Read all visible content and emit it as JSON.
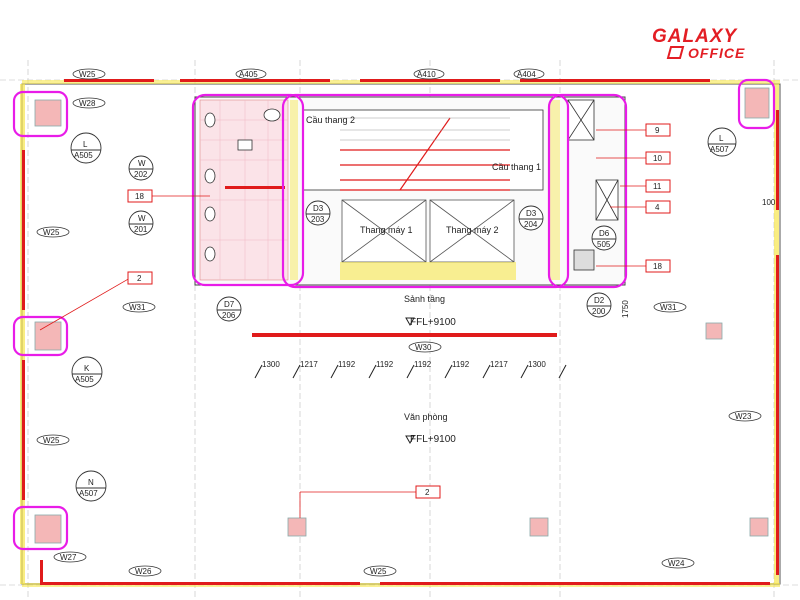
{
  "brand": {
    "name": "GALAXY",
    "sub": "OFFICE",
    "color": "#e31e24"
  },
  "colors": {
    "wall_red": "#e01b1b",
    "magenta": "#e81ce8",
    "yellow": "#f6e64b",
    "grid": "#b8b8b8"
  },
  "top_refs": [
    "A405",
    "A410",
    "A404"
  ],
  "window_tags": {
    "top": [
      "W25",
      "W28"
    ],
    "left": [
      "W25",
      "W31",
      "W25",
      "W27"
    ],
    "right": [
      "W31",
      "W23"
    ],
    "bottom": [
      "W26",
      "W25",
      "W24"
    ],
    "lobby": "W30"
  },
  "callouts_num": [
    "9",
    "10",
    "11",
    "4",
    "18",
    "18",
    "2",
    "2"
  ],
  "section_marks": [
    {
      "letter": "L",
      "sheet": "A505"
    },
    {
      "letter": "L",
      "sheet": "A507"
    },
    {
      "letter": "K",
      "sheet": "A505"
    },
    {
      "letter": "N",
      "sheet": "A507"
    }
  ],
  "doors": [
    {
      "code": "W",
      "num": "202"
    },
    {
      "code": "W",
      "num": "201"
    },
    {
      "code": "D3",
      "num": "203"
    },
    {
      "code": "D3",
      "num": "204"
    },
    {
      "code": "D6",
      "num": "505"
    },
    {
      "code": "D7",
      "num": "206"
    },
    {
      "code": "D2",
      "num": "200"
    }
  ],
  "rooms": {
    "stair_2": "Cầu thang 2",
    "stair_1": "Cầu thang 1",
    "elevator_1": "Thang máy 1",
    "elevator_2": "Thang máy 2",
    "lobby": "Sảnh tầng",
    "office": "Văn phòng"
  },
  "levels": {
    "lobby_ffl": "FFL+9100",
    "office_ffl": "FFL+9100"
  },
  "dims": [
    "1300",
    "1217",
    "1192",
    "1192",
    "1192",
    "1192",
    "1217",
    "1300"
  ],
  "side_dims": {
    "right": "100",
    "small": "1750"
  }
}
